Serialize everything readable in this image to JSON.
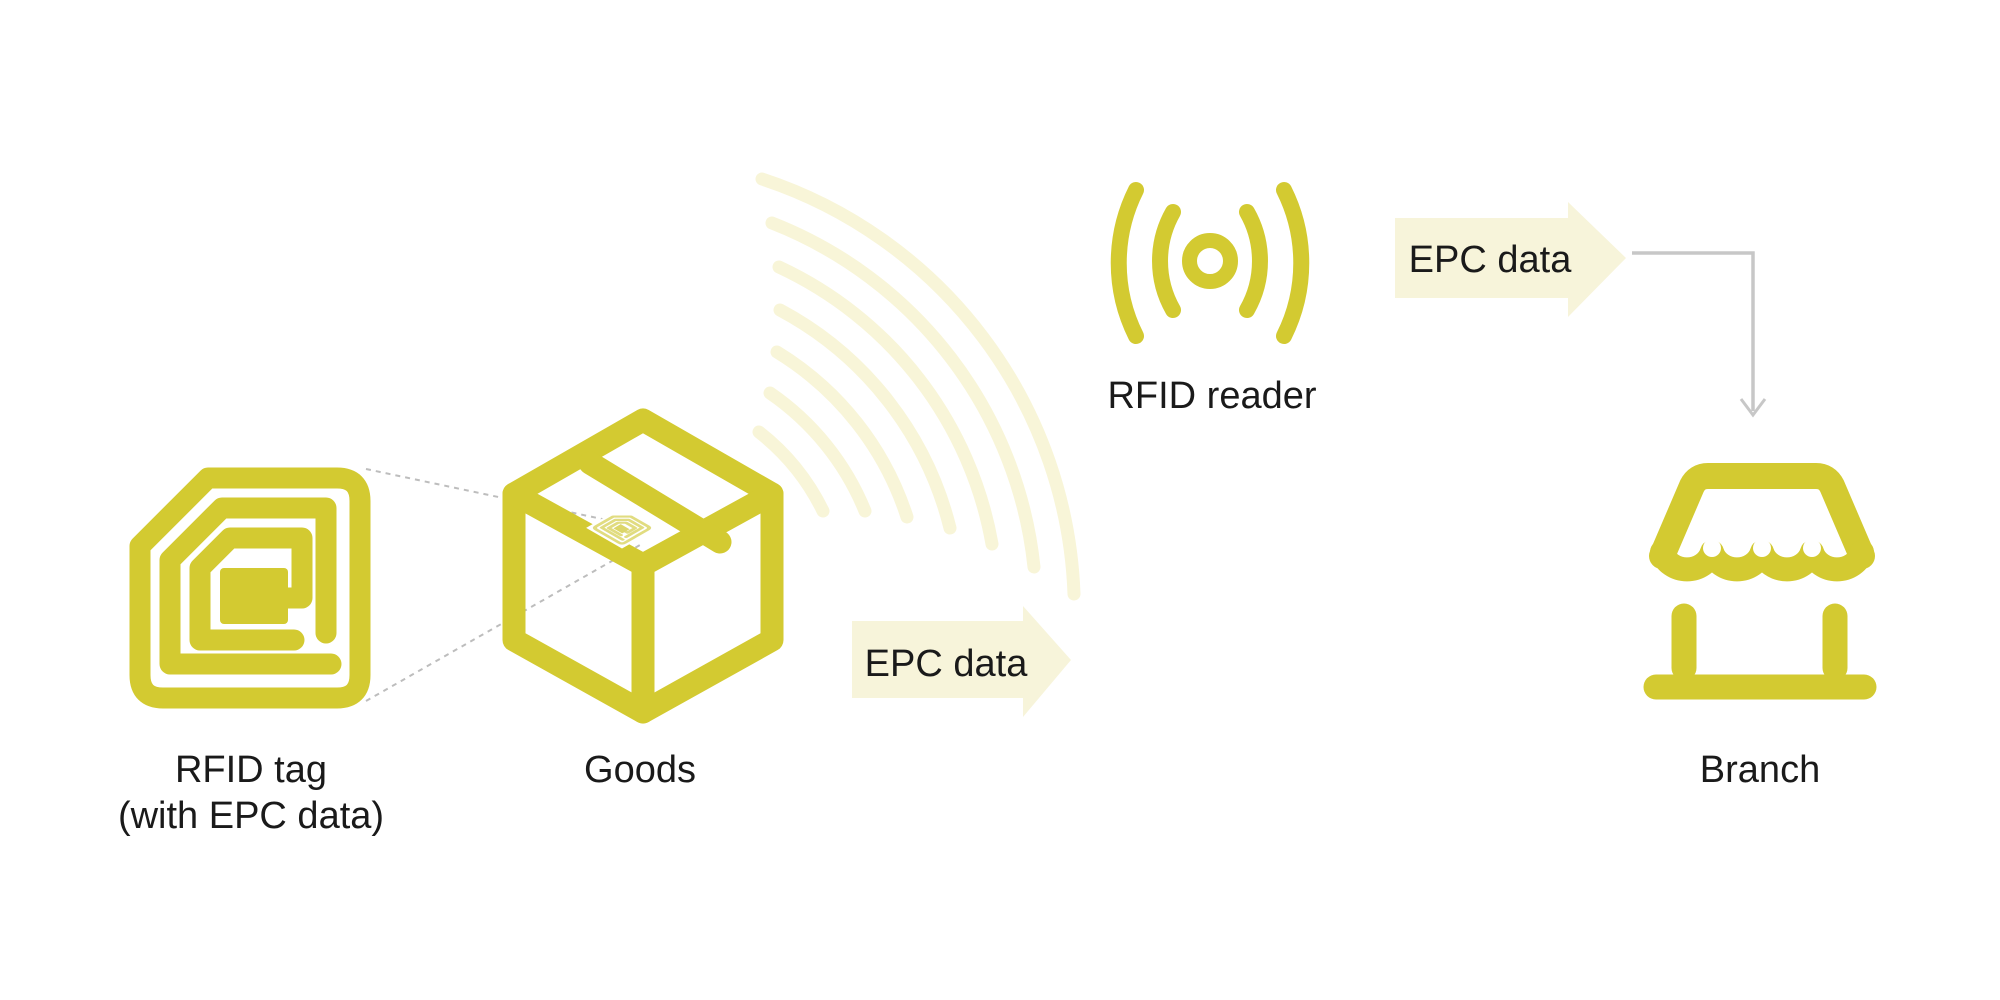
{
  "diagram": {
    "nodes": {
      "rfid_tag": {
        "label_line1": "RFID tag",
        "label_line2": "(with EPC data)",
        "icon": "rfid-tag-icon"
      },
      "goods": {
        "label": "Goods",
        "icon": "box-icon"
      },
      "rfid_reader": {
        "label": "RFID reader",
        "icon": "wireless-signal-icon"
      },
      "branch": {
        "label": "Branch",
        "icon": "storefront-icon"
      }
    },
    "flows": {
      "tag_to_reader": {
        "label": "EPC data",
        "style": "pale-block-arrow-right"
      },
      "reader_to_branch": {
        "label": "EPC data",
        "style": "pale-block-arrow-right-then-gray-elbow-down"
      }
    },
    "decorations": {
      "signal_waves": {
        "count": 7,
        "description": "faint concentric arcs from goods toward reader"
      },
      "callout_lines": {
        "count": 2,
        "description": "dashed lines linking large tag to mini tag on box"
      }
    }
  },
  "colors": {
    "accent": "#d3ca31",
    "pale": "#f7f4da",
    "wave": "#f8f5d8",
    "connector": "#c7c7c7",
    "callout": "#bdbdbd",
    "text": "#1a1a1a",
    "bg": "#ffffff",
    "mini-tag": "#dcd66a"
  }
}
